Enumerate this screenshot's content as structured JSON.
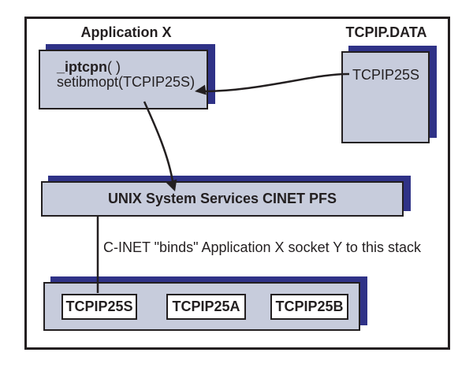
{
  "colors": {
    "shadow_navy": "#2f3287",
    "box_fill": "#c7ccdc",
    "line_black": "#231f20",
    "background": "#ffffff"
  },
  "application": {
    "title": "Application X",
    "call_bold": "_iptcpn",
    "call_rest": "( )",
    "call_line2": "setibmopt(TCPIP25S)"
  },
  "tcpip_data": {
    "title": "TCPIP.DATA",
    "entry": "TCPIP25S"
  },
  "cinet": {
    "label": "UNIX System Services CINET PFS"
  },
  "caption": "C-INET \"binds\" Application X socket Y to this stack",
  "stacks": [
    "TCPIP25S",
    "TCPIP25A",
    "TCPIP25B"
  ]
}
